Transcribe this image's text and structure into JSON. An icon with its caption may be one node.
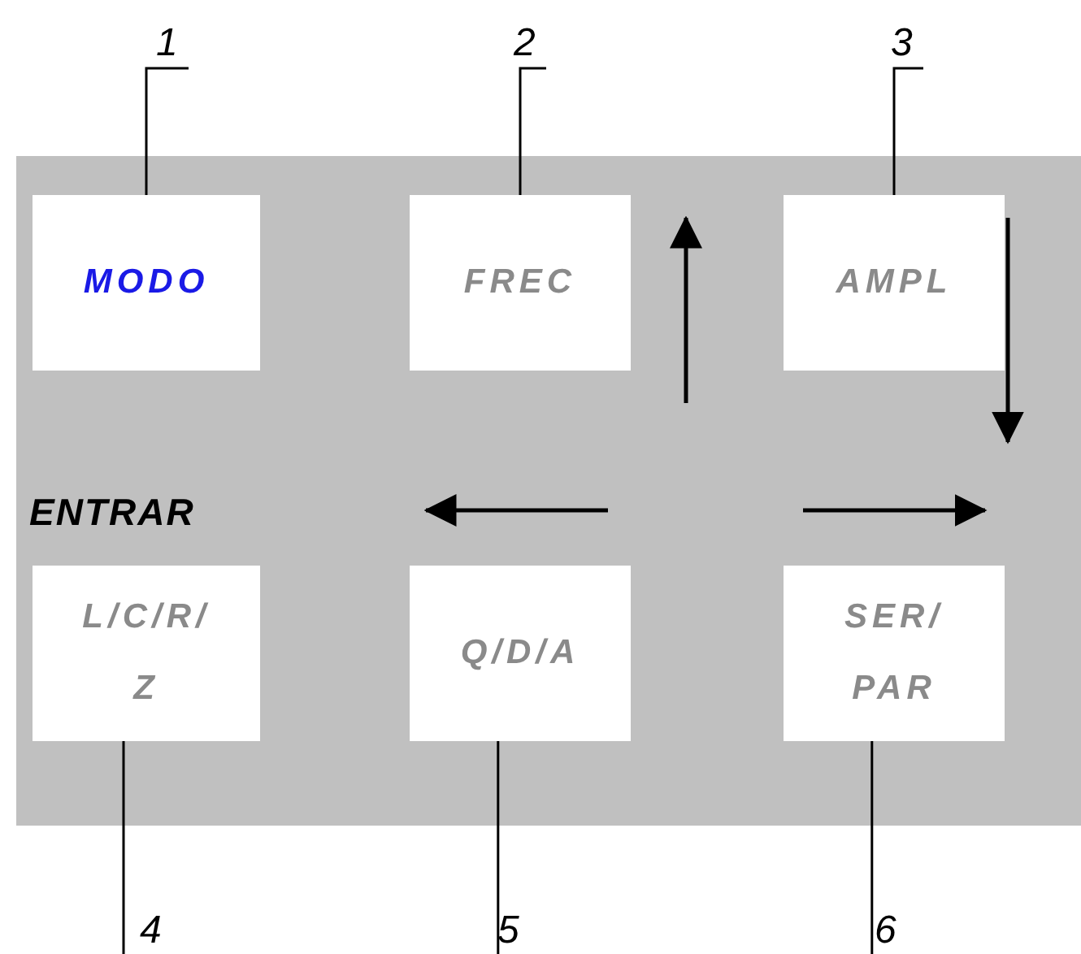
{
  "diagram": {
    "nodes": [
      {
        "text": [],
        "shape": "box"
      },
      {
        "text": [
          "1"
        ]
      },
      {
        "text": [
          "2"
        ]
      },
      {
        "text": [
          "3"
        ]
      },
      {
        "text": [
          "MODO"
        ],
        "in": 0
      },
      {
        "text": [
          "FREC"
        ],
        "in": 0
      },
      {
        "text": [
          "AMPL"
        ],
        "in": 0
      },
      {
        "text": [
          "L/C/R/ Z"
        ],
        "in": 0
      },
      {
        "text": [
          "Q/D/A"
        ],
        "in": 0
      },
      {
        "text": [
          "SER/ PAR"
        ],
        "in": 0
      },
      {
        "text": [
          "4"
        ]
      },
      {
        "text": [
          "5"
        ]
      },
      {
        "text": [
          "6"
        ]
      }
    ],
    "edges": [
      {
        "from": 1,
        "to": 4,
        "arrow": "none"
      },
      {
        "from": 2,
        "to": 5,
        "arrow": "none"
      },
      {
        "from": 3,
        "to": 6,
        "arrow": "none"
      },
      {
        "from": 10,
        "to": 7,
        "arrow": "none"
      },
      {
        "from": 11,
        "to": 8,
        "arrow": "none"
      },
      {
        "from": 12,
        "to": 9,
        "arrow": "none"
      }
    ],
    "labels": [
      "ENTRAR"
    ]
  }
}
